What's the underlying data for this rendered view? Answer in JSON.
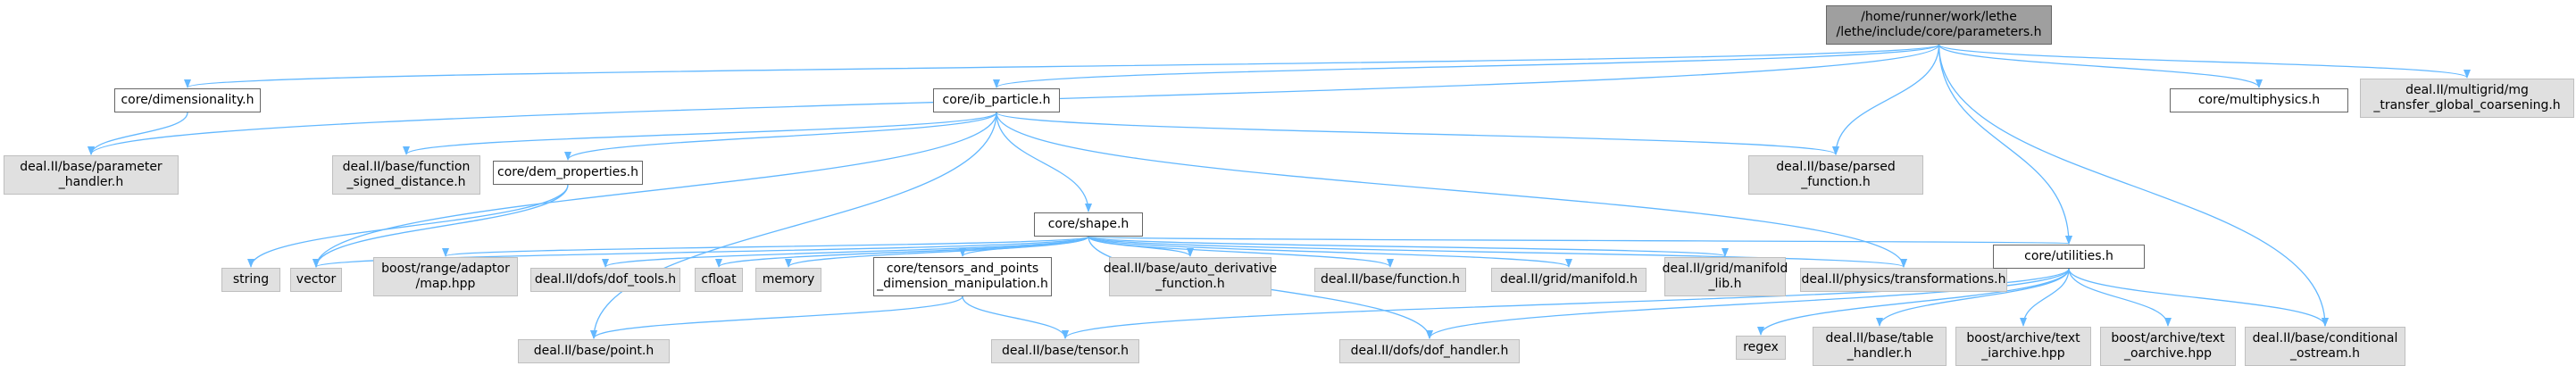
{
  "colors": {
    "edge": "#63b8ff",
    "root_fill": "#9f9f9f",
    "internal_fill": "#ffffff",
    "external_fill": "#e0e0e0"
  },
  "nodes": [
    {
      "id": "root",
      "label": "/home/runner/work/lethe\n/lethe/include/core/parameters.h",
      "kind": "root"
    },
    {
      "id": "dimensionality",
      "label": "core/dimensionality.h",
      "kind": "internal"
    },
    {
      "id": "ib_particle",
      "label": "core/ib_particle.h",
      "kind": "internal"
    },
    {
      "id": "multiphysics",
      "label": "core/multiphysics.h",
      "kind": "internal"
    },
    {
      "id": "mg_transfer",
      "label": "deal.II/multigrid/mg\n_transfer_global_coarsening.h",
      "kind": "external"
    },
    {
      "id": "param_handler",
      "label": "deal.II/base/parameter\n_handler.h",
      "kind": "external"
    },
    {
      "id": "func_signed",
      "label": "deal.II/base/function\n_signed_distance.h",
      "kind": "external"
    },
    {
      "id": "dem_props",
      "label": "core/dem_properties.h",
      "kind": "internal"
    },
    {
      "id": "shape",
      "label": "core/shape.h",
      "kind": "internal"
    },
    {
      "id": "parsed_func",
      "label": "deal.II/base/parsed\n_function.h",
      "kind": "external"
    },
    {
      "id": "string",
      "label": "string",
      "kind": "external"
    },
    {
      "id": "vector",
      "label": "vector",
      "kind": "external"
    },
    {
      "id": "boost_map",
      "label": "boost/range/adaptor\n/map.hpp",
      "kind": "external"
    },
    {
      "id": "dof_tools",
      "label": "deal.II/dofs/dof_tools.h",
      "kind": "external"
    },
    {
      "id": "cfloat",
      "label": "cfloat",
      "kind": "external"
    },
    {
      "id": "memory",
      "label": "memory",
      "kind": "external"
    },
    {
      "id": "tensors_points",
      "label": "core/tensors_and_points\n_dimension_manipulation.h",
      "kind": "internal"
    },
    {
      "id": "auto_deriv",
      "label": "deal.II/base/auto_derivative\n_function.h",
      "kind": "external"
    },
    {
      "id": "function",
      "label": "deal.II/base/function.h",
      "kind": "external"
    },
    {
      "id": "manifold",
      "label": "deal.II/grid/manifold.h",
      "kind": "external"
    },
    {
      "id": "manifold_lib",
      "label": "deal.II/grid/manifold\n_lib.h",
      "kind": "external"
    },
    {
      "id": "transformations",
      "label": "deal.II/physics/transformations.h",
      "kind": "external"
    },
    {
      "id": "utilities",
      "label": "core/utilities.h",
      "kind": "internal"
    },
    {
      "id": "point",
      "label": "deal.II/base/point.h",
      "kind": "external"
    },
    {
      "id": "tensor",
      "label": "deal.II/base/tensor.h",
      "kind": "external"
    },
    {
      "id": "dof_handler",
      "label": "deal.II/dofs/dof_handler.h",
      "kind": "external"
    },
    {
      "id": "regex",
      "label": "regex",
      "kind": "external"
    },
    {
      "id": "table_handler",
      "label": "deal.II/base/table\n_handler.h",
      "kind": "external"
    },
    {
      "id": "text_iarchive",
      "label": "boost/archive/text\n_iarchive.hpp",
      "kind": "external"
    },
    {
      "id": "text_oarchive",
      "label": "boost/archive/text\n_oarchive.hpp",
      "kind": "external"
    },
    {
      "id": "cond_ostream",
      "label": "deal.II/base/conditional\n_ostream.h",
      "kind": "external"
    }
  ],
  "edges": [
    [
      "root",
      "dimensionality"
    ],
    [
      "root",
      "ib_particle"
    ],
    [
      "root",
      "multiphysics"
    ],
    [
      "root",
      "mg_transfer"
    ],
    [
      "root",
      "param_handler"
    ],
    [
      "root",
      "parsed_func"
    ],
    [
      "root",
      "utilities"
    ],
    [
      "root",
      "cond_ostream"
    ],
    [
      "dimensionality",
      "param_handler"
    ],
    [
      "ib_particle",
      "func_signed"
    ],
    [
      "ib_particle",
      "dem_props"
    ],
    [
      "ib_particle",
      "shape"
    ],
    [
      "ib_particle",
      "parsed_func"
    ],
    [
      "ib_particle",
      "vector"
    ],
    [
      "ib_particle",
      "point"
    ],
    [
      "ib_particle",
      "transformations"
    ],
    [
      "dem_props",
      "string"
    ],
    [
      "dem_props",
      "vector"
    ],
    [
      "shape",
      "boost_map"
    ],
    [
      "shape",
      "dof_tools"
    ],
    [
      "shape",
      "cfloat"
    ],
    [
      "shape",
      "memory"
    ],
    [
      "shape",
      "tensors_points"
    ],
    [
      "shape",
      "auto_deriv"
    ],
    [
      "shape",
      "function"
    ],
    [
      "shape",
      "manifold"
    ],
    [
      "shape",
      "manifold_lib"
    ],
    [
      "shape",
      "transformations"
    ],
    [
      "shape",
      "utilities"
    ],
    [
      "shape",
      "dof_handler"
    ],
    [
      "shape",
      "vector"
    ],
    [
      "tensors_points",
      "point"
    ],
    [
      "tensors_points",
      "tensor"
    ],
    [
      "utilities",
      "tensor"
    ],
    [
      "utilities",
      "dof_handler"
    ],
    [
      "utilities",
      "regex"
    ],
    [
      "utilities",
      "table_handler"
    ],
    [
      "utilities",
      "text_iarchive"
    ],
    [
      "utilities",
      "text_oarchive"
    ],
    [
      "utilities",
      "cond_ostream"
    ]
  ]
}
